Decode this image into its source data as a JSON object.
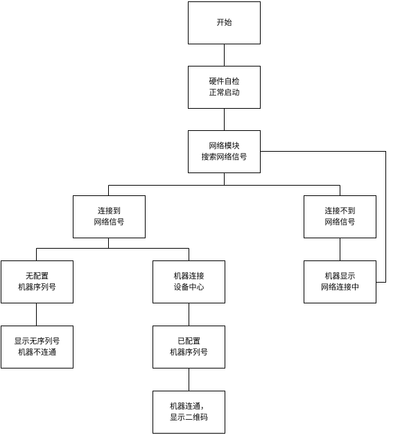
{
  "colors": {
    "stroke": "#000000",
    "fill": "#ffffff",
    "text": "#000000"
  },
  "nodes": {
    "start": {
      "lines": [
        "开始"
      ]
    },
    "selfcheck": {
      "lines": [
        "硬件自检",
        "正常启动"
      ]
    },
    "search": {
      "lines": [
        "网络模块",
        "搜索网络信号"
      ]
    },
    "connected": {
      "lines": [
        "连接到",
        "网络信号"
      ]
    },
    "not_connected": {
      "lines": [
        "连接不到",
        "网络信号"
      ]
    },
    "no_serial": {
      "lines": [
        "无配置",
        "机器序列号"
      ]
    },
    "device_center": {
      "lines": [
        "机器连接",
        "设备中心"
      ]
    },
    "show_connecting": {
      "lines": [
        "机器显示",
        "网络连接中"
      ]
    },
    "show_no_serial": {
      "lines": [
        "显示无序列号",
        "机器不连通"
      ]
    },
    "has_serial": {
      "lines": [
        "已配置",
        "机器序列号"
      ]
    },
    "qr_code": {
      "lines": [
        "机器连通，",
        "显示二维码"
      ]
    }
  }
}
